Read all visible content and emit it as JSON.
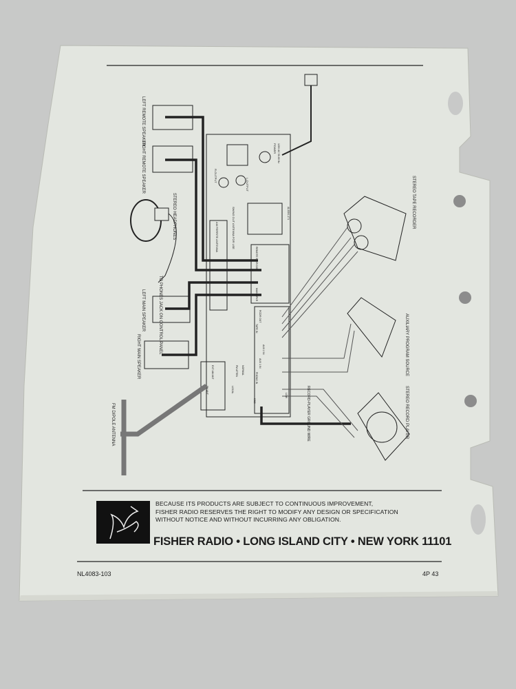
{
  "diagram": {
    "labels": {
      "left_remote_speaker": "LEFT REMOTE SPEAKER",
      "right_remote_speaker": "RIGHT REMOTE SPEAKER",
      "stereo_headphones": "STEREO HEADPHONES",
      "phones_jack": "TO PHONES JACK ON CONTROL PANEL",
      "left_main_speaker": "LEFT MAIN SPEAKER",
      "right_main_speaker": "RIGHT MAIN SPEAKER",
      "fm_dipole_antenna": "FM DIPOLE ANTENNA",
      "stereo_tape_recorder": "STEREO TAPE RECORDER",
      "auxiliary_program_source": "AUXILIARY PROGRAM SOURCE",
      "stereo_record_player": "STEREO RECORD PLAYER",
      "ground_wire": "RECORD-PLAYER GROUND WIRE",
      "swing_out_antenna": "SWING OUT ANTENNA FOR USE",
      "am_ferrite_antenna": "AM FERRITE ANTENNA",
      "power": "POWER",
      "voltage": "120V AC 50-60 Hz",
      "r_output": "R-OUTPUT",
      "l_output": "L-OUTPUT",
      "model_code": "AL4084-171",
      "com": "COM",
      "remote_spkr": "REMOTE SPKR",
      "main_spkr": "MAIN SPKR",
      "tape_in": "TAPE IN",
      "rcdr_out": "RCDR OUT",
      "phono_in": "PHONO IN",
      "aux1_in": "AUX 1 IN",
      "aux2_in": "AUX 2 IN",
      "fm_atten": "FM ATTEN",
      "local": "LOCAL",
      "normal": "NORMAL",
      "fm_ant": "FM ANT",
      "ext_am_ant": "EXT AM ANT",
      "gnd": "GND",
      "low": "LOW"
    }
  },
  "footer": {
    "notice_lines": [
      "BECAUSE ITS PRODUCTS ARE SUBJECT TO CONTINUOUS IMPROVEMENT,",
      "FISHER RADIO RESERVES THE RIGHT TO MODIFY ANY DESIGN OR SPECIFICATION",
      "WITHOUT NOTICE AND WITHOUT INCURRING ANY OBLIGATION."
    ],
    "company_line": "FISHER RADIO • LONG ISLAND CITY • NEW YORK 11101",
    "doc_number": "NL4083-103",
    "page_code": "4P 43"
  },
  "colors": {
    "paper": "#e3e6e0",
    "ink": "#1a1a1a",
    "background": "#c8c9c8"
  }
}
